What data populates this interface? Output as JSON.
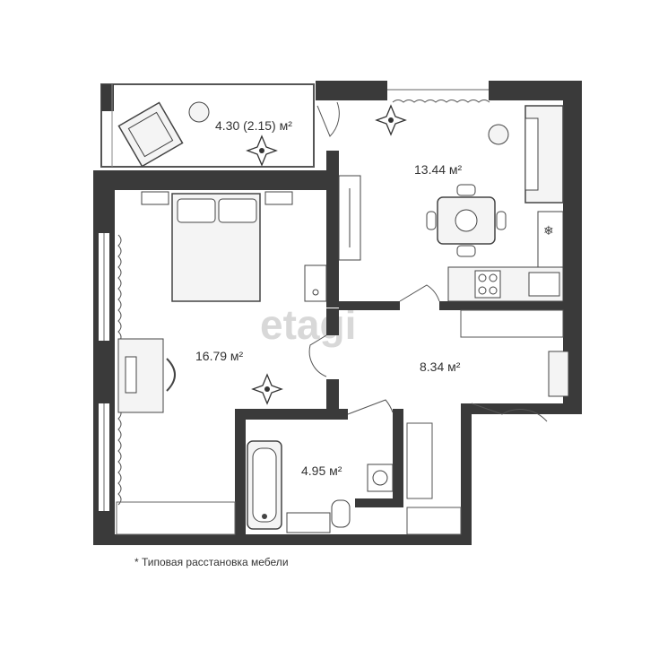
{
  "rooms": {
    "loggia": "4.30 (2.15) м²",
    "kitchen": "13.44 м²",
    "bedroom": "16.79 м²",
    "hall": "8.34 м²",
    "bathroom": "4.95 м²"
  },
  "watermark": "etagi",
  "footnote": "* Типовая расстановка мебели",
  "colors": {
    "wall": "#3a3a3a",
    "line": "#555555",
    "furniture_fill": "#f4f4f4"
  }
}
